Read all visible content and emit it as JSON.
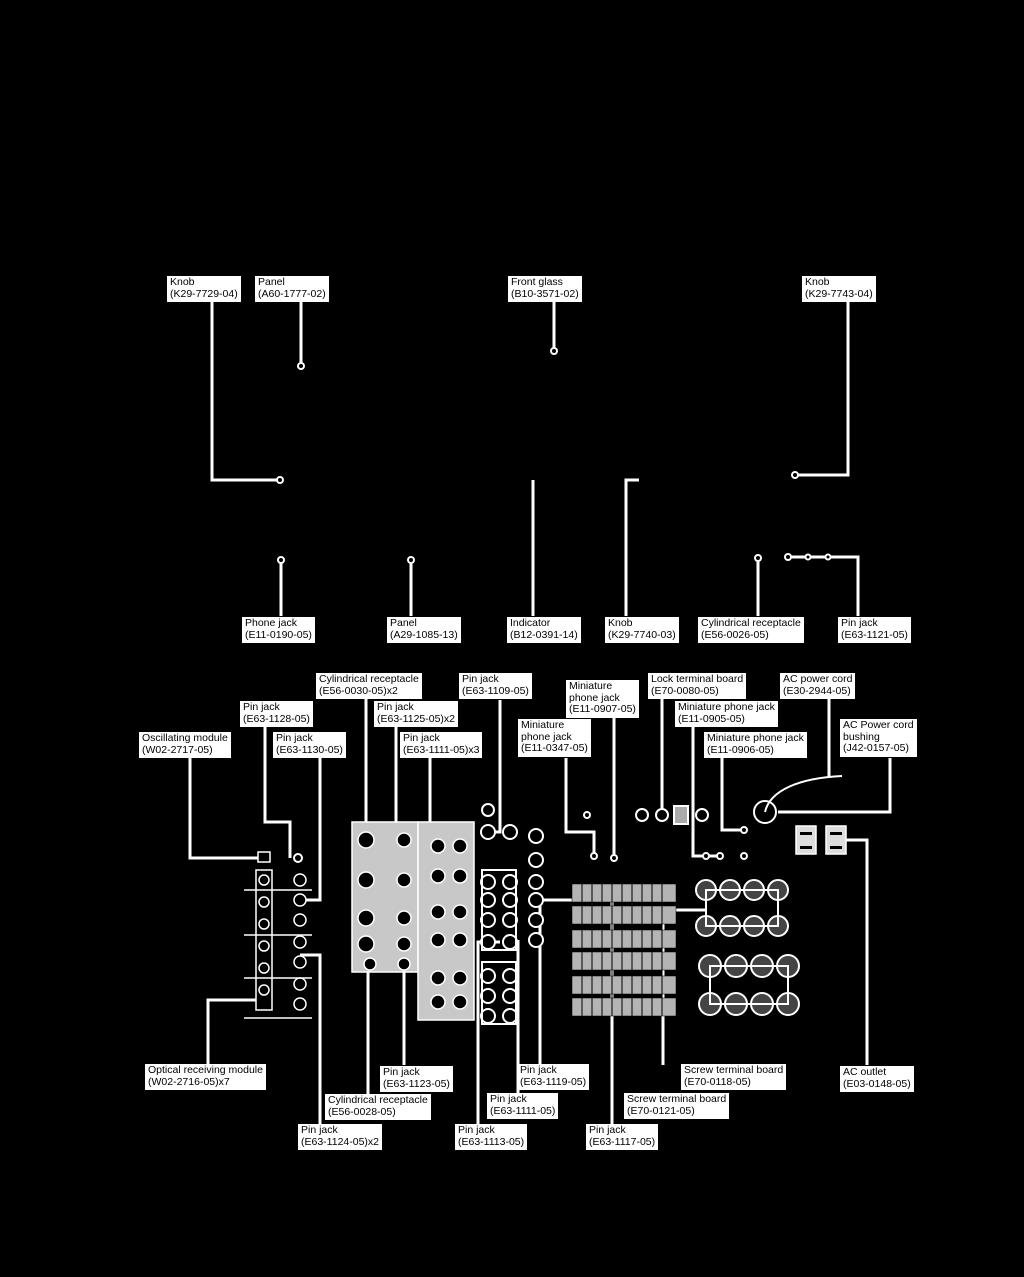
{
  "diagram": {
    "labels": [
      {
        "id": "knob-k29-7729-04",
        "name": "Knob",
        "part": "(K29-7729-04)"
      },
      {
        "id": "panel-a60-1777-02",
        "name": "Panel",
        "part": "(A60-1777-02)"
      },
      {
        "id": "front-glass-b10-3571-02",
        "name": "Front glass",
        "part": "(B10-3571-02)"
      },
      {
        "id": "knob-k29-7743-04",
        "name": "Knob",
        "part": "(K29-7743-04)"
      },
      {
        "id": "phone-jack-e11-0190-05",
        "name": "Phone jack",
        "part": "(E11-0190-05)"
      },
      {
        "id": "panel-a29-1085-13",
        "name": "Panel",
        "part": "(A29-1085-13)"
      },
      {
        "id": "indicator-b12-0391-14",
        "name": "Indicator",
        "part": "(B12-0391-14)"
      },
      {
        "id": "knob-k29-7740-03",
        "name": "Knob",
        "part": "(K29-7740-03)"
      },
      {
        "id": "cyl-receptacle-e56-0026-05",
        "name": "Cylindrical receptacle",
        "part": "(E56-0026-05)"
      },
      {
        "id": "pin-jack-e63-1121-05",
        "name": "Pin jack",
        "part": "(E63-1121-05)"
      },
      {
        "id": "cyl-receptacle-e56-0030-05",
        "name": "Cylindrical receptacle",
        "part": "(E56-0030-05)x2"
      },
      {
        "id": "pin-jack-e63-1109-05",
        "name": "Pin jack",
        "part": "(E63-1109-05)"
      },
      {
        "id": "mini-phone-jack-e11-0907-05",
        "name": "Miniature\nphone jack",
        "part": "(E11-0907-05)"
      },
      {
        "id": "lock-terminal-e70-0080-05",
        "name": "Lock terminal board",
        "part": "(E70-0080-05)"
      },
      {
        "id": "ac-power-cord-e30-2944-05",
        "name": "AC power cord",
        "part": "(E30-2944-05)"
      },
      {
        "id": "pin-jack-e63-1128-05",
        "name": "Pin jack",
        "part": "(E63-1128-05)"
      },
      {
        "id": "pin-jack-e63-1125-05",
        "name": "Pin jack",
        "part": "(E63-1125-05)x2"
      },
      {
        "id": "mini-phone-jack-e11-0905-05",
        "name": "Miniature phone jack",
        "part": "(E11-0905-05)"
      },
      {
        "id": "ac-cord-bushing-j42-0157-05",
        "name": "AC Power cord\nbushing",
        "part": "(J42-0157-05)"
      },
      {
        "id": "oscillating-module-w02-2717-05",
        "name": "Oscillating module",
        "part": "(W02-2717-05)"
      },
      {
        "id": "pin-jack-e63-1130-05",
        "name": "Pin jack",
        "part": "(E63-1130-05)"
      },
      {
        "id": "pin-jack-e63-1111-05-x3",
        "name": "Pin jack",
        "part": "(E63-1111-05)x3"
      },
      {
        "id": "mini-phone-jack-e11-0347-05",
        "name": "Miniature\nphone jack",
        "part": "(E11-0347-05)"
      },
      {
        "id": "mini-phone-jack-e11-0906-05",
        "name": "Miniature phone jack",
        "part": "(E11-0906-05)"
      },
      {
        "id": "optical-module-w02-2716-05",
        "name": "Optical receiving module",
        "part": "(W02-2716-05)x7"
      },
      {
        "id": "pin-jack-e63-1123-05",
        "name": "Pin jack",
        "part": "(E63-1123-05)"
      },
      {
        "id": "pin-jack-e63-1119-05",
        "name": "Pin jack",
        "part": "(E63-1119-05)"
      },
      {
        "id": "screw-terminal-e70-0118-05",
        "name": "Screw terminal board",
        "part": "(E70-0118-05)"
      },
      {
        "id": "ac-outlet-e03-0148-05",
        "name": "AC outlet",
        "part": "(E03-0148-05)"
      },
      {
        "id": "cyl-receptacle-e56-0028-05",
        "name": "Cylindrical receptacle",
        "part": "(E56-0028-05)"
      },
      {
        "id": "pin-jack-e63-1111-05",
        "name": "Pin jack",
        "part": "(E63-1111-05)"
      },
      {
        "id": "screw-terminal-e70-0121-05",
        "name": "Screw terminal board",
        "part": "(E70-0121-05)"
      },
      {
        "id": "pin-jack-e63-1124-05",
        "name": "Pin jack",
        "part": "(E63-1124-05)x2"
      },
      {
        "id": "pin-jack-e63-1113-05",
        "name": "Pin jack",
        "part": "(E63-1113-05)"
      },
      {
        "id": "pin-jack-e63-1117-05",
        "name": "Pin jack",
        "part": "(E63-1117-05)"
      }
    ]
  }
}
